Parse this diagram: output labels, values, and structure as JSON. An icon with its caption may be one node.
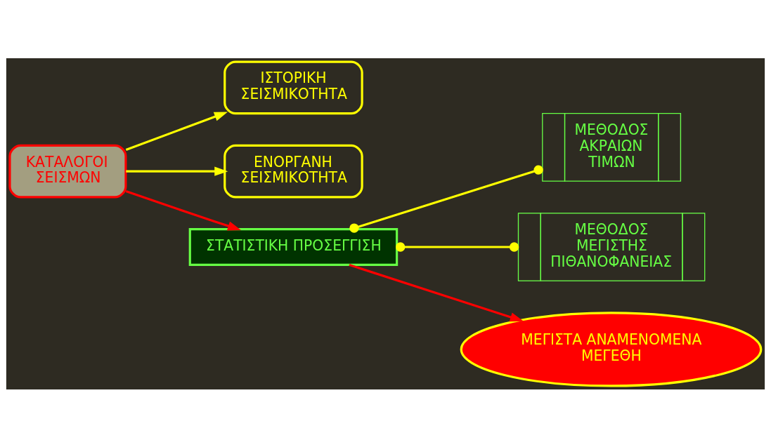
{
  "diagram": {
    "nodes": [
      {
        "text": [
          "ΚΑΤΑΛΟΓΟΙ ΣΕΙΣΜΩΝ"
        ]
      },
      {
        "text": [
          "ΙΣΤΟΡΙΚΗ ΣΕΙΣΜΙΚΟΤΗΤΑ"
        ]
      },
      {
        "text": [
          "ΕΝΟΡΓΑΝΗ ΣΕΙΣΜΙΚΟΤΗΤΑ"
        ]
      },
      {
        "text": [
          "ΣΤΑΤΙΣΤΙΚΗ ΠΡΟΣΕΓΓΙΣΗ"
        ]
      },
      {
        "text": [
          "ΜΕΘΟΔΟΣ ΑΚΡΑΙΩΝ ΤΙΜΩΝ"
        ]
      },
      {
        "text": [
          "ΜΕΘΟΔΟΣ ΜΕΓΙΣΤΗΣ ΠΙΘΑΝΟΦΑΝΕΙΑΣ"
        ]
      },
      {
        "text": [
          "ΜΕΓΙΣΤΑ ΑΝΑΜΕΝΟΜΕΝΑ ΜΕΓΕΘΗ"
        ]
      }
    ],
    "edges": [
      {
        "from": 0,
        "to": 1,
        "arrow": "to"
      },
      {
        "from": 0,
        "to": 2,
        "arrow": "to"
      },
      {
        "from": 0,
        "to": 3,
        "arrow": "to",
        "color": "#ff0000"
      },
      {
        "from": 3,
        "to": 4,
        "arrow": "other"
      },
      {
        "from": 3,
        "to": 5,
        "arrow": "other"
      },
      {
        "from": 3,
        "to": 6,
        "arrow": "to",
        "color": "#ff0000"
      }
    ]
  }
}
